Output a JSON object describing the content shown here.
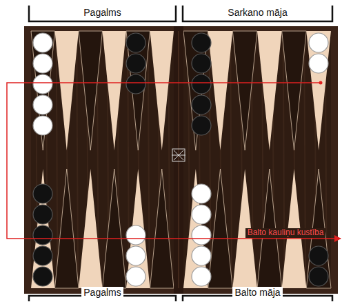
{
  "diagram": {
    "labels": [
      "Pagalms",
      "Sarkano māja",
      "Pagalms",
      "Balto māja",
      "Balto kauliņu kustība"
    ]
  }
}
